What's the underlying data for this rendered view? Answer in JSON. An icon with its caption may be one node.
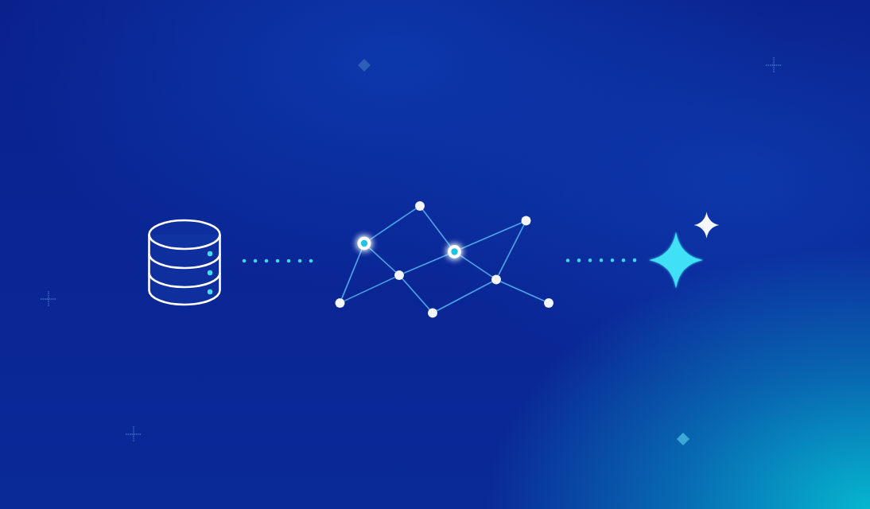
{
  "diagram": {
    "nodes": [
      {
        "text": [],
        "shape": "cylinder"
      },
      {
        "text": [],
        "shape": "picture"
      },
      {
        "text": [],
        "shape": "circle",
        "in": 1
      },
      {
        "text": [],
        "shape": "circle",
        "in": 1
      },
      {
        "text": [],
        "shape": "ring",
        "in": 1
      },
      {
        "text": [],
        "shape": "ring",
        "in": 1
      },
      {
        "text": [],
        "shape": "circle",
        "in": 1
      },
      {
        "text": [],
        "shape": "circle",
        "in": 1
      },
      {
        "text": [],
        "shape": "circle",
        "in": 1
      },
      {
        "text": [],
        "shape": "circle",
        "in": 1
      },
      {
        "text": [],
        "shape": "circle",
        "in": 1
      },
      {
        "text": [],
        "shape": "star"
      }
    ],
    "edges": [
      {
        "from": 0,
        "to": 1,
        "arrow": "none",
        "style": "dashed",
        "color": "#3fd6f2"
      },
      {
        "from": 4,
        "to": 2,
        "arrow": "none"
      },
      {
        "from": 2,
        "to": 5,
        "arrow": "none"
      },
      {
        "from": 5,
        "to": 3,
        "arrow": "none"
      },
      {
        "from": 4,
        "to": 6,
        "arrow": "none"
      },
      {
        "from": 4,
        "to": 8,
        "arrow": "none"
      },
      {
        "from": 8,
        "to": 6,
        "arrow": "none"
      },
      {
        "from": 6,
        "to": 5,
        "arrow": "none"
      },
      {
        "from": 5,
        "to": 7,
        "arrow": "none"
      },
      {
        "from": 3,
        "to": 7,
        "arrow": "none"
      },
      {
        "from": 6,
        "to": 10,
        "arrow": "none"
      },
      {
        "from": 10,
        "to": 7,
        "arrow": "none"
      },
      {
        "from": 7,
        "to": 9,
        "arrow": "none"
      },
      {
        "from": 1,
        "to": 11,
        "arrow": "none",
        "style": "dashed",
        "color": "#3fd6f2"
      }
    ]
  }
}
